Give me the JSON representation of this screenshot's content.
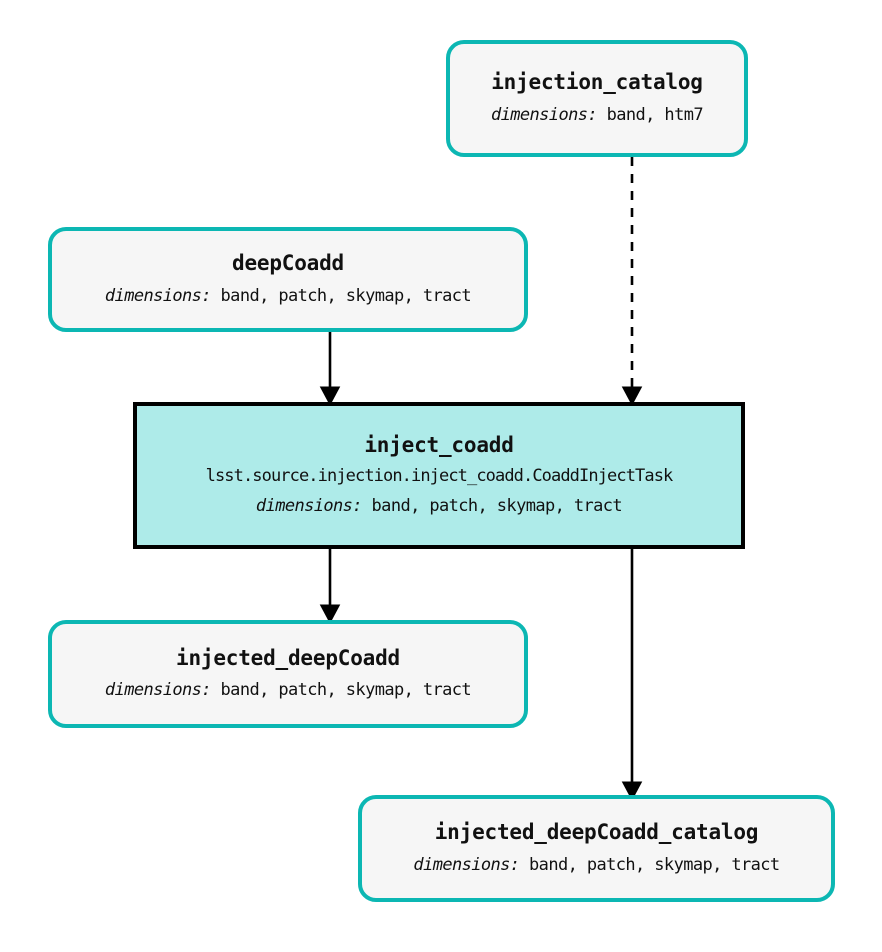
{
  "diagram": {
    "type": "pipeline-graph",
    "background_color": "#ffffff",
    "dataset_fill": "#f6f6f6",
    "dataset_border": "#0cb7b3",
    "task_fill": "#aeebe9",
    "task_border": "#000000",
    "edge_color": "#000000",
    "dims_label": "dimensions:",
    "nodes": [
      {
        "id": "injection_catalog",
        "kind": "dataset",
        "title": "injection_catalog",
        "dims_key": "dimensions:",
        "dims_value": "band, htm7"
      },
      {
        "id": "deepCoadd",
        "kind": "dataset",
        "title": "deepCoadd",
        "dims_key": "dimensions:",
        "dims_value": "band, patch, skymap, tract"
      },
      {
        "id": "inject_coadd",
        "kind": "task",
        "title": "inject_coadd",
        "class_path": "lsst.source.injection.inject_coadd.CoaddInjectTask",
        "dims_key": "dimensions:",
        "dims_value": "band, patch, skymap, tract"
      },
      {
        "id": "injected_deepCoadd",
        "kind": "dataset",
        "title": "injected_deepCoadd",
        "dims_key": "dimensions:",
        "dims_value": "band, patch, skymap, tract"
      },
      {
        "id": "injected_deepCoadd_catalog",
        "kind": "dataset",
        "title": "injected_deepCoadd_catalog",
        "dims_key": "dimensions:",
        "dims_value": "band, patch, skymap, tract"
      }
    ],
    "edges": [
      {
        "from": "injection_catalog",
        "to": "inject_coadd",
        "style": "dashed"
      },
      {
        "from": "deepCoadd",
        "to": "inject_coadd",
        "style": "solid"
      },
      {
        "from": "inject_coadd",
        "to": "injected_deepCoadd",
        "style": "solid"
      },
      {
        "from": "inject_coadd",
        "to": "injected_deepCoadd_catalog",
        "style": "solid"
      }
    ]
  }
}
